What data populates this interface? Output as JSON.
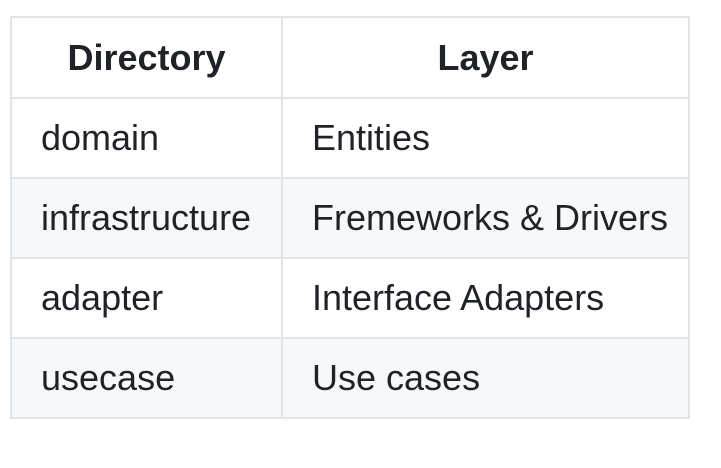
{
  "table": {
    "columns": [
      {
        "label": "Directory"
      },
      {
        "label": "Layer"
      }
    ],
    "rows": [
      {
        "directory": "domain",
        "layer": "Entities"
      },
      {
        "directory": "infrastructure",
        "layer": "Fremeworks & Drivers"
      },
      {
        "directory": "adapter",
        "layer": "Interface Adapters"
      },
      {
        "directory": "usecase",
        "layer": "Use cases"
      }
    ]
  },
  "colors": {
    "background": "#ffffff",
    "row_alt_background": "#f6f8fa",
    "border": "#e1e4e8",
    "text": "#1f2328"
  }
}
